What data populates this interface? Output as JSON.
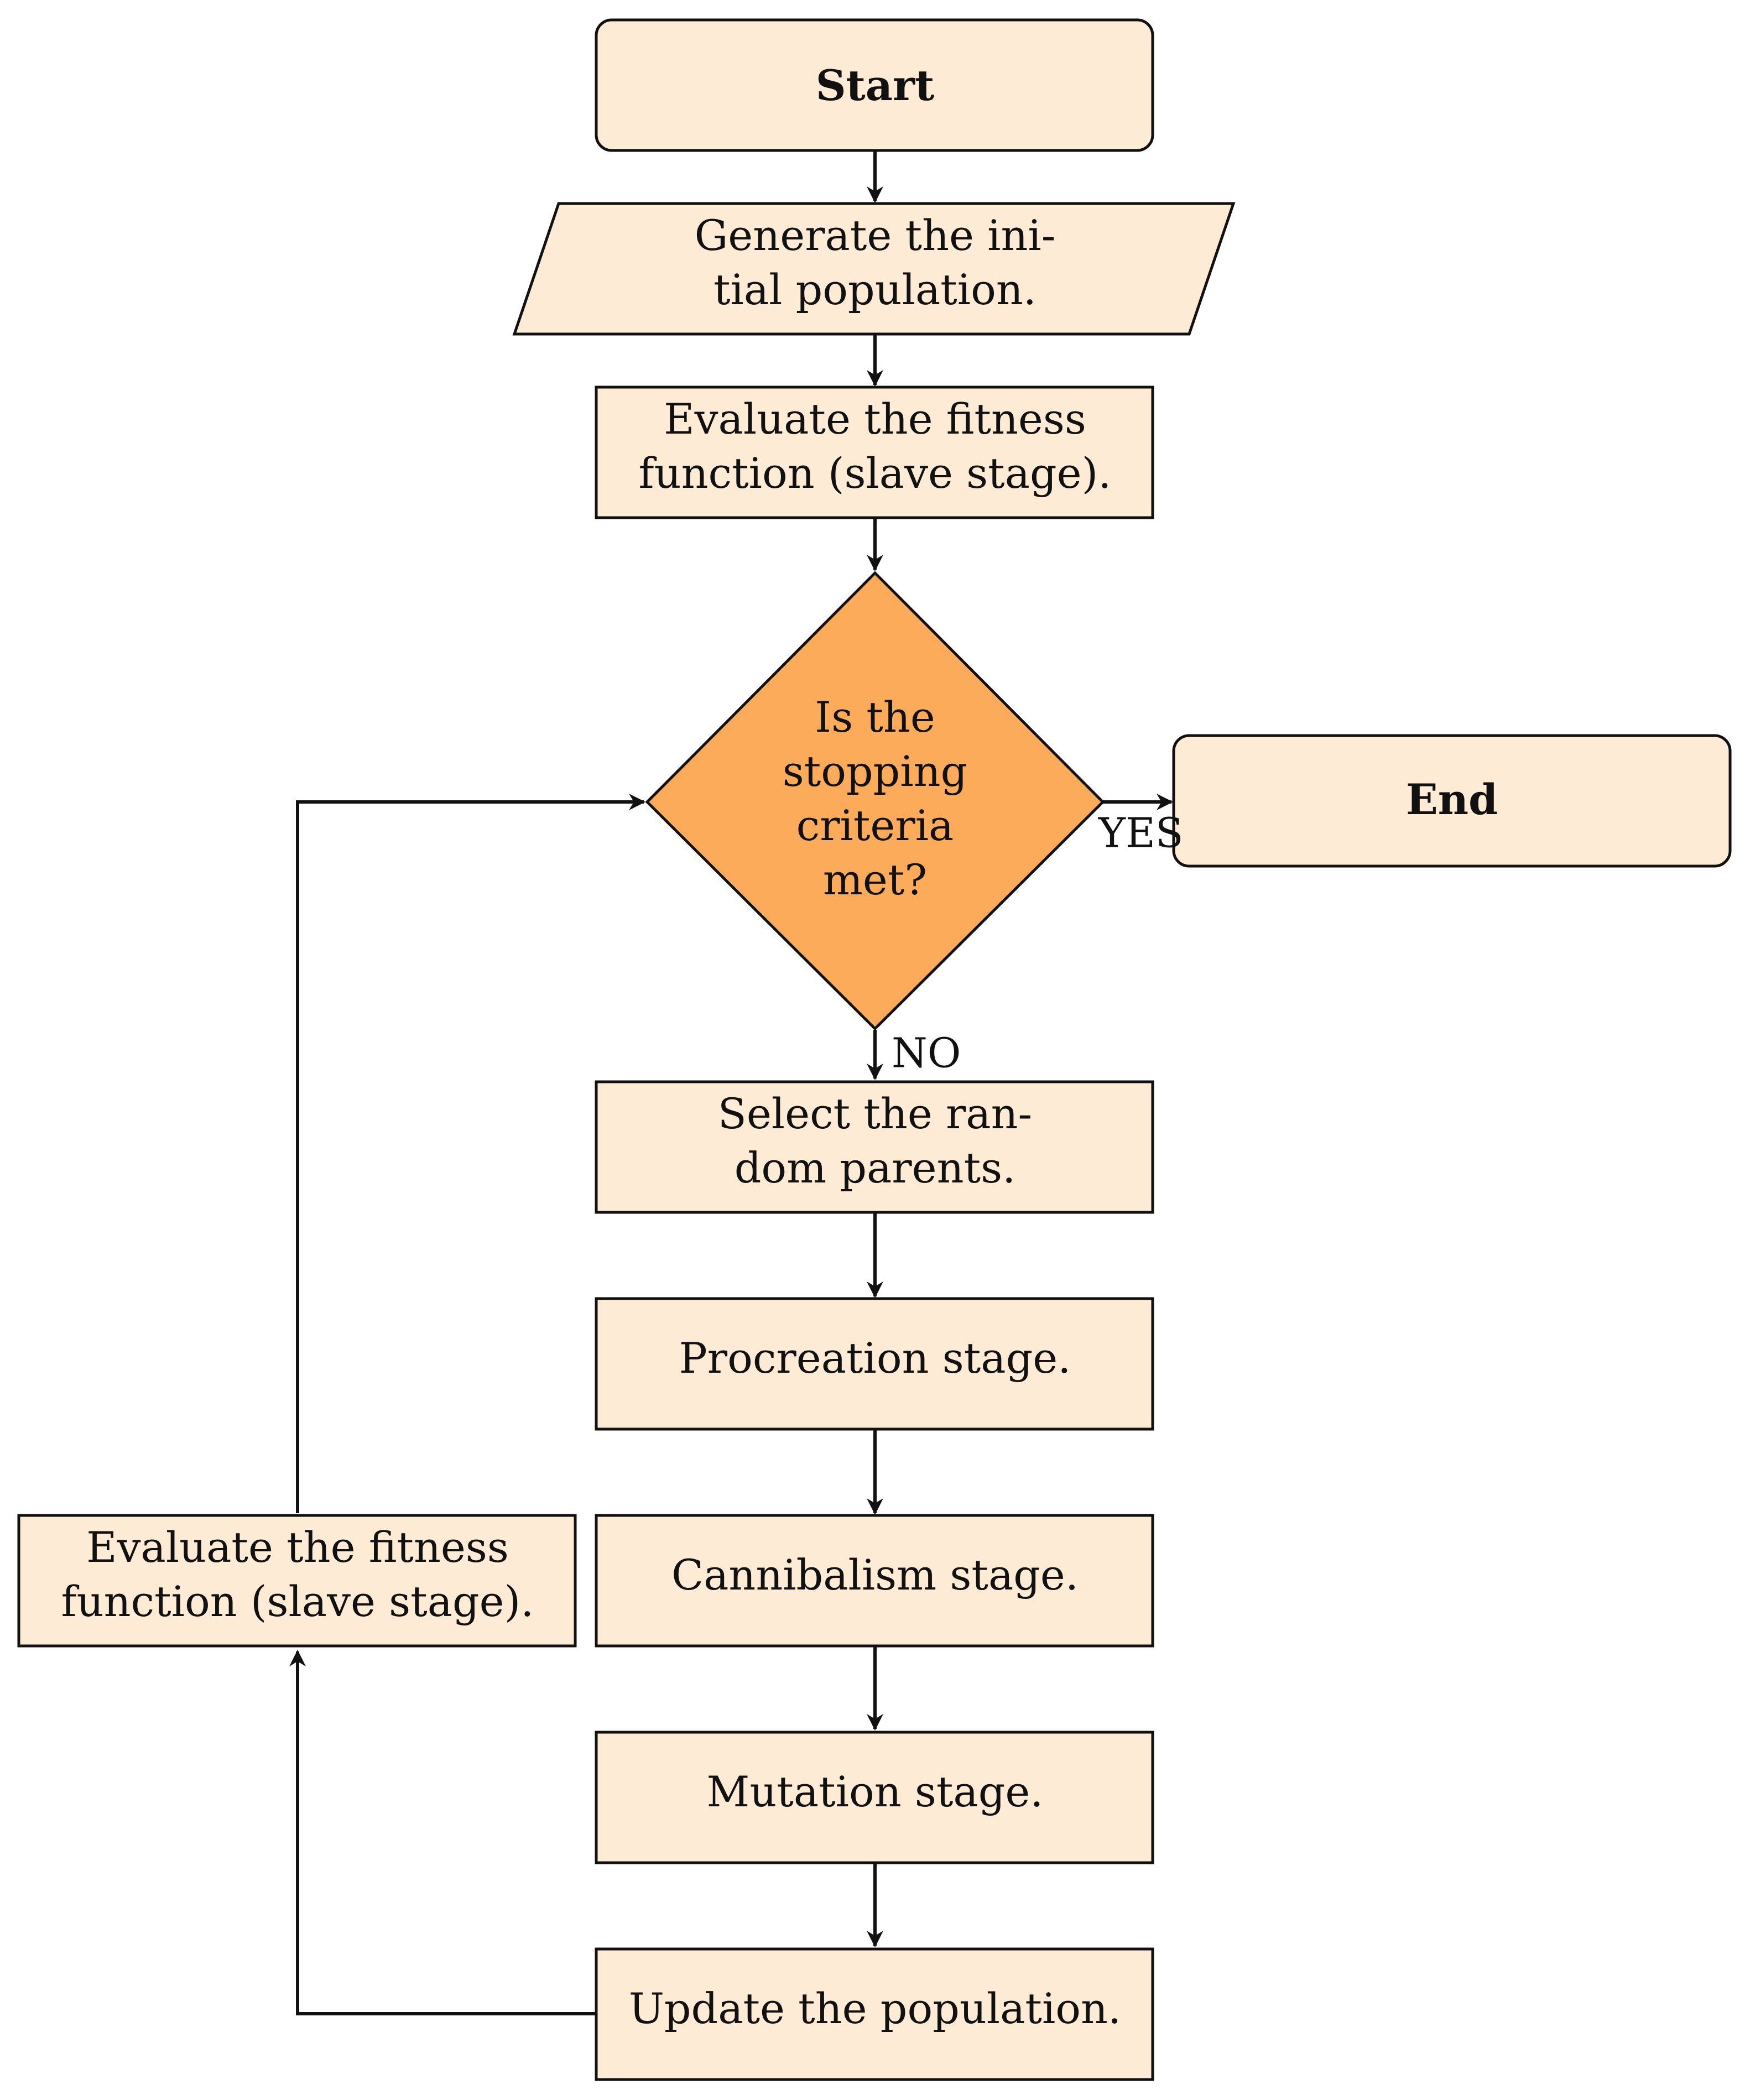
{
  "diagram": {
    "colors": {
      "node_fill": "#fdebd6",
      "decision_fill": "#fbab5a",
      "stroke": "#111111",
      "text": "#111111"
    },
    "nodes": {
      "start": {
        "shape": "rounded-rectangle",
        "lines": [
          "Start"
        ],
        "bold": true
      },
      "generate": {
        "shape": "parallelogram",
        "lines": [
          "Generate the ini-",
          "tial population."
        ]
      },
      "evaluate_top": {
        "shape": "rectangle",
        "lines": [
          "Evaluate the fitness",
          "function (slave stage)."
        ]
      },
      "decision": {
        "shape": "diamond",
        "lines": [
          "Is the",
          "stopping",
          "criteria",
          "met?"
        ]
      },
      "end": {
        "shape": "rounded-rectangle",
        "lines": [
          "End"
        ],
        "bold": true
      },
      "select": {
        "shape": "rectangle",
        "lines": [
          "Select the ran-",
          "dom parents."
        ]
      },
      "procreation": {
        "shape": "rectangle",
        "lines": [
          "Procreation stage."
        ]
      },
      "cannibalism": {
        "shape": "rectangle",
        "lines": [
          "Cannibalism stage."
        ]
      },
      "mutation": {
        "shape": "rectangle",
        "lines": [
          "Mutation stage."
        ]
      },
      "update": {
        "shape": "rectangle",
        "lines": [
          "Update the population."
        ]
      },
      "evaluate_loop": {
        "shape": "rectangle",
        "lines": [
          "Evaluate the fitness",
          "function (slave stage)."
        ]
      }
    },
    "edges": [
      {
        "from": "start",
        "to": "generate",
        "label": ""
      },
      {
        "from": "generate",
        "to": "evaluate_top",
        "label": ""
      },
      {
        "from": "evaluate_top",
        "to": "decision",
        "label": ""
      },
      {
        "from": "decision",
        "to": "end",
        "label": "YES"
      },
      {
        "from": "decision",
        "to": "select",
        "label": "NO"
      },
      {
        "from": "select",
        "to": "procreation",
        "label": ""
      },
      {
        "from": "procreation",
        "to": "cannibalism",
        "label": ""
      },
      {
        "from": "cannibalism",
        "to": "mutation",
        "label": ""
      },
      {
        "from": "mutation",
        "to": "update",
        "label": ""
      },
      {
        "from": "update",
        "to": "evaluate_loop",
        "label": ""
      },
      {
        "from": "evaluate_loop",
        "to": "decision",
        "label": ""
      }
    ]
  }
}
